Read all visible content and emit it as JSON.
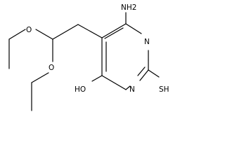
{
  "molecule": {
    "labels": {
      "amino": "NH2",
      "ring_n_upper": "N",
      "ring_n_lower": "N",
      "thiol": "SH",
      "hydroxyl": "HO",
      "ether_o_upper": "O",
      "ether_o_lower": "O"
    },
    "colors": {
      "bond": "#000000",
      "text": "#000000",
      "background": "#ffffff"
    }
  }
}
